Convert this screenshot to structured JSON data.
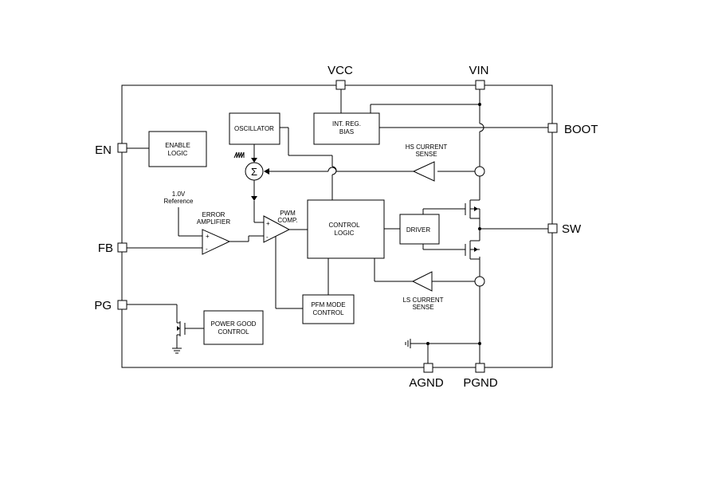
{
  "pins": {
    "vcc": "VCC",
    "vin": "VIN",
    "en": "EN",
    "fb": "FB",
    "pg": "PG",
    "boot": "BOOT",
    "sw": "SW",
    "agnd": "AGND",
    "pgnd": "PGND"
  },
  "blocks": {
    "enable_logic": [
      "ENABLE",
      "LOGIC"
    ],
    "oscillator": "OSCILLATOR",
    "int_reg_bias": [
      "INT. REG.",
      "BIAS"
    ],
    "control_logic": [
      "CONTROL",
      "LOGIC"
    ],
    "driver": "DRIVER",
    "pfm_mode_control": [
      "PFM MODE",
      "CONTROL"
    ],
    "power_good_control": [
      "POWER GOOD",
      "CONTROL"
    ]
  },
  "labels": {
    "reference": [
      "1.0V",
      "Reference"
    ],
    "error_amplifier": [
      "ERROR",
      "AMPLIFIER"
    ],
    "pwm_comp": [
      "PWM",
      "COMP."
    ],
    "hs_current_sense": [
      "HS CURRENT",
      "SENSE"
    ],
    "ls_current_sense": [
      "LS CURRENT",
      "SENSE"
    ],
    "summer_symbol": "Σ",
    "plus": "+",
    "minus": "-"
  }
}
